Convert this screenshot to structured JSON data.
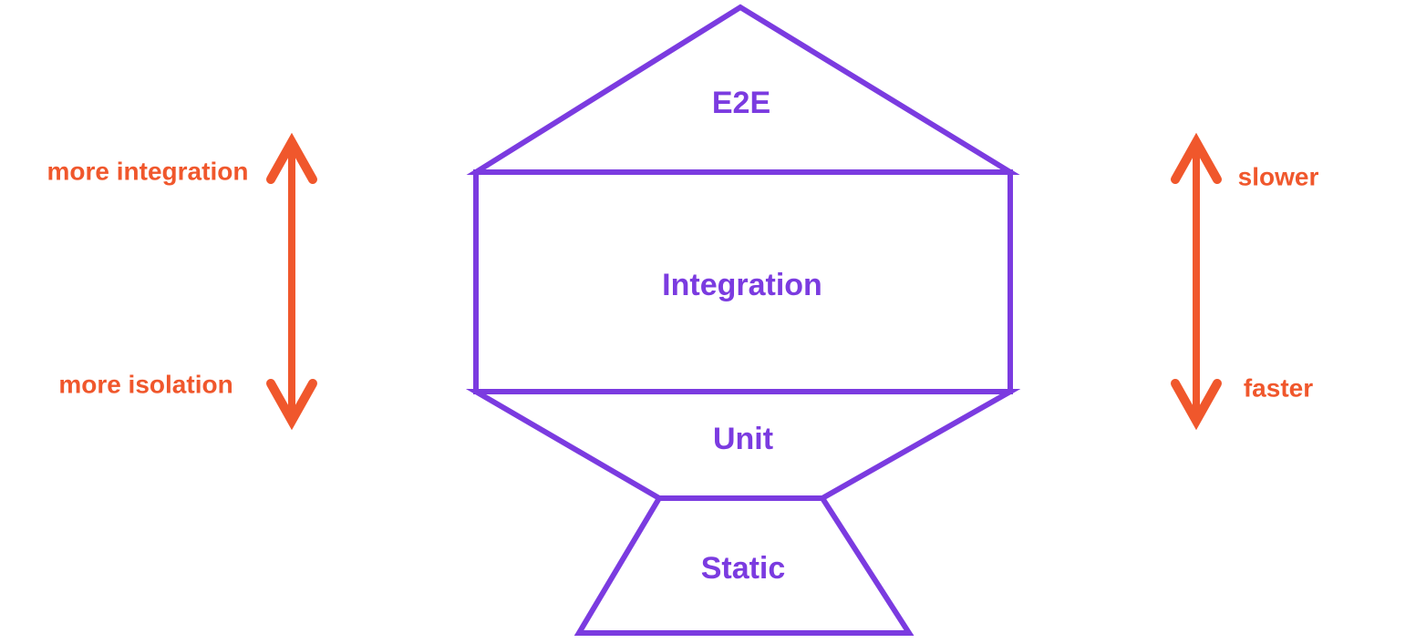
{
  "colors": {
    "shape": "#7b3be0",
    "accent": "#f0572c",
    "background": "#ffffff"
  },
  "trophy": {
    "levels": [
      {
        "id": "e2e",
        "label": "E2E"
      },
      {
        "id": "integration",
        "label": "Integration"
      },
      {
        "id": "unit",
        "label": "Unit"
      },
      {
        "id": "static",
        "label": "Static"
      }
    ]
  },
  "left_scale": {
    "top": "more integration",
    "bottom": "more isolation"
  },
  "right_scale": {
    "top": "slower",
    "bottom": "faster"
  }
}
